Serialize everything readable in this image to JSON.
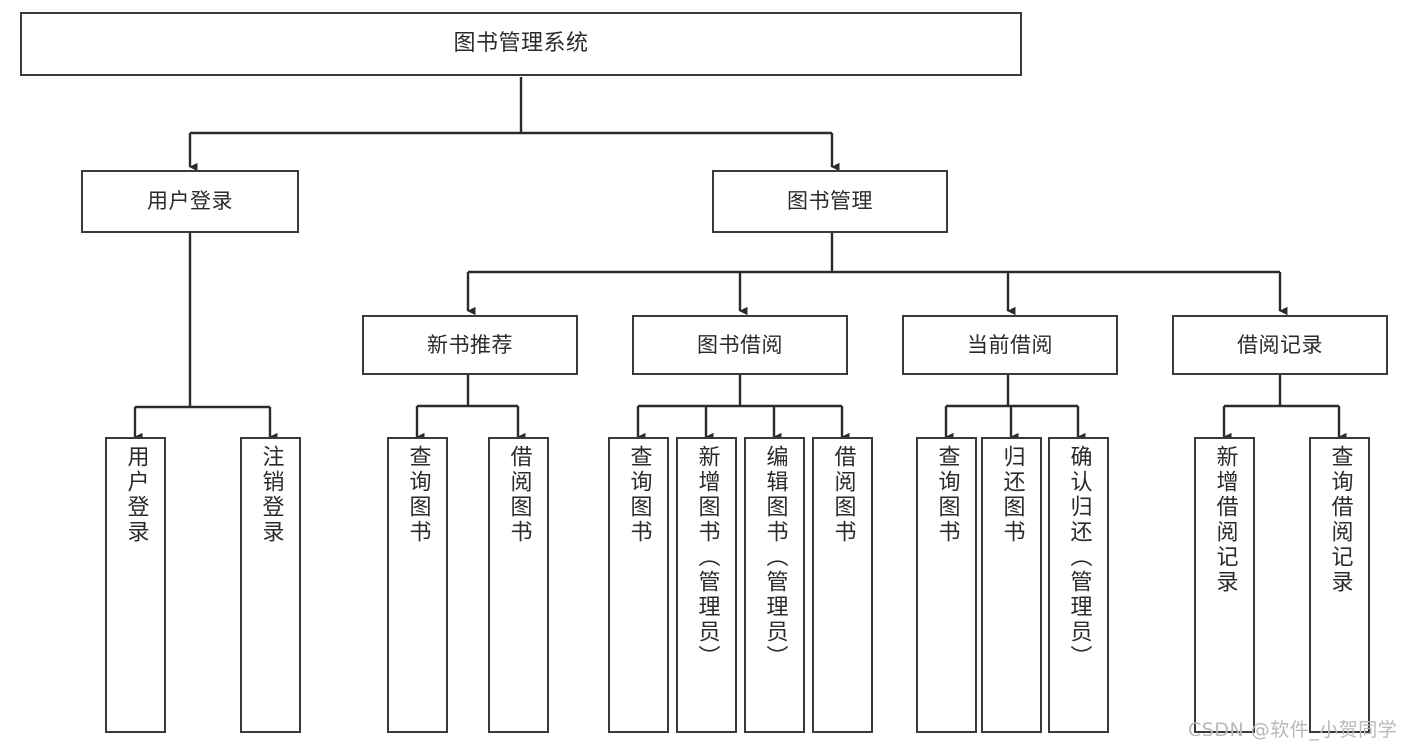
{
  "diagram": {
    "type": "tree-hierarchy-diagram",
    "title": "图书管理系统",
    "orientation": "top-down",
    "colors": {
      "background": "#ffffff",
      "box_border": "#3a3a3a",
      "box_fill": "#ffffff",
      "edge": "#2b2b2b",
      "text": "#2b2b2b",
      "watermark": "#b9b9b9"
    },
    "levels": {
      "root": "图书管理系统",
      "level2": [
        "用户登录",
        "图书管理"
      ],
      "level3": [
        "新书推荐",
        "图书借阅",
        "当前借阅",
        "借阅记录"
      ]
    },
    "nodes": {
      "root": {
        "label": "图书管理系统"
      },
      "user_login": {
        "label": "用户登录"
      },
      "book_manage": {
        "label": "图书管理"
      },
      "new_book_rec": {
        "label": "新书推荐"
      },
      "book_borrow": {
        "label": "图书借阅"
      },
      "current_borrow": {
        "label": "当前借阅"
      },
      "borrow_record": {
        "label": "借阅记录"
      },
      "leaf_user_login": {
        "label": "用户登录"
      },
      "leaf_user_logout": {
        "label": "注销登录"
      },
      "leaf_query_book_1": {
        "label": "查询图书"
      },
      "leaf_borrow_book_1": {
        "label": "借阅图书"
      },
      "leaf_query_book_2": {
        "label": "查询图书"
      },
      "leaf_add_book": {
        "label": "新增图书（管理员）"
      },
      "leaf_edit_book": {
        "label": "编辑图书（管理员）"
      },
      "leaf_borrow_book_2": {
        "label": "借阅图书"
      },
      "leaf_query_book_3": {
        "label": "查询图书"
      },
      "leaf_return_book": {
        "label": "归还图书"
      },
      "leaf_confirm_return": {
        "label": "确认归还（管理员）"
      },
      "leaf_add_record": {
        "label": "新增借阅记录"
      },
      "leaf_query_record": {
        "label": "查询借阅记录"
      }
    },
    "edges": [
      {
        "from": "root",
        "to": "user_login"
      },
      {
        "from": "root",
        "to": "book_manage"
      },
      {
        "from": "user_login",
        "to": "leaf_user_login"
      },
      {
        "from": "user_login",
        "to": "leaf_user_logout"
      },
      {
        "from": "book_manage",
        "to": "new_book_rec"
      },
      {
        "from": "book_manage",
        "to": "book_borrow"
      },
      {
        "from": "book_manage",
        "to": "current_borrow"
      },
      {
        "from": "book_manage",
        "to": "borrow_record"
      },
      {
        "from": "new_book_rec",
        "to": "leaf_query_book_1"
      },
      {
        "from": "new_book_rec",
        "to": "leaf_borrow_book_1"
      },
      {
        "from": "book_borrow",
        "to": "leaf_query_book_2"
      },
      {
        "from": "book_borrow",
        "to": "leaf_add_book"
      },
      {
        "from": "book_borrow",
        "to": "leaf_edit_book"
      },
      {
        "from": "book_borrow",
        "to": "leaf_borrow_book_2"
      },
      {
        "from": "current_borrow",
        "to": "leaf_query_book_3"
      },
      {
        "from": "current_borrow",
        "to": "leaf_return_book"
      },
      {
        "from": "current_borrow",
        "to": "leaf_confirm_return"
      },
      {
        "from": "borrow_record",
        "to": "leaf_add_record"
      },
      {
        "from": "borrow_record",
        "to": "leaf_query_record"
      }
    ]
  },
  "watermark": {
    "text": "CSDN @软件_小贺同学"
  }
}
